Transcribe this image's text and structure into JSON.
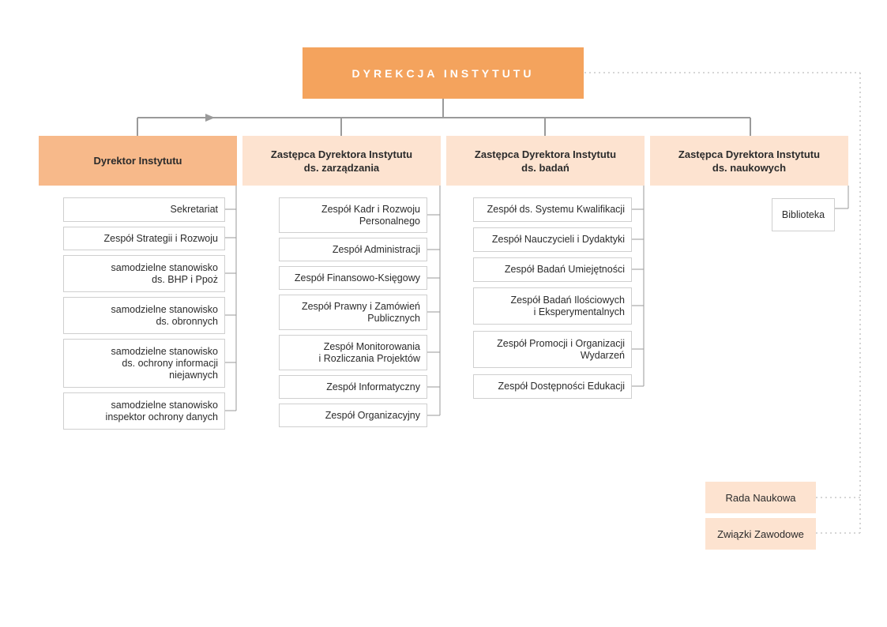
{
  "top": {
    "label": "DYREKCJA INSTYTUTU"
  },
  "columns": [
    {
      "title": "Dyrektor Instytutu",
      "units": [
        "Sekretariat",
        "Zespół Strategii i Rozwoju",
        "samodzielne stanowisko\nds. BHP i Ppoż",
        "samodzielne stanowisko\nds. obronnych",
        "samodzielne stanowisko\nds. ochrony informacji\nniejawnych",
        "samodzielne stanowisko\ninspektor ochrony danych"
      ]
    },
    {
      "title": "Zastępca Dyrektora Instytutu\nds. zarządzania",
      "units": [
        "Zespół Kadr i Rozwoju\nPersonalnego",
        "Zespół Administracji",
        "Zespół Finansowo-Księgowy",
        "Zespół Prawny i Zamówień\nPublicznych",
        "Zespół Monitorowania\ni Rozliczania Projektów",
        "Zespół Informatyczny",
        "Zespół Organizacyjny"
      ]
    },
    {
      "title": "Zastępca Dyrektora Instytutu\nds. badań",
      "units": [
        "Zespół ds. Systemu Kwalifikacji",
        "Zespół Nauczycieli i Dydaktyki",
        "Zespół Badań Umiejętności",
        "Zespół Badań Ilościowych\ni Eksperymentalnych",
        "Zespół Promocji i Organizacji\nWydarzeń",
        "Zespół Dostępności Edukacji"
      ]
    },
    {
      "title": "Zastępca Dyrektora Instytutu\nds. naukowych",
      "units": [
        "Biblioteka"
      ]
    }
  ],
  "advisory": [
    "Rada Naukowa",
    "Związki Zawodowe"
  ],
  "colors": {
    "top": "#f4a35d",
    "director_header": "#f7b98a",
    "deputy_header": "#fde3d0",
    "connector": "#9a9a9a",
    "dotted": "#c8c8c8"
  }
}
